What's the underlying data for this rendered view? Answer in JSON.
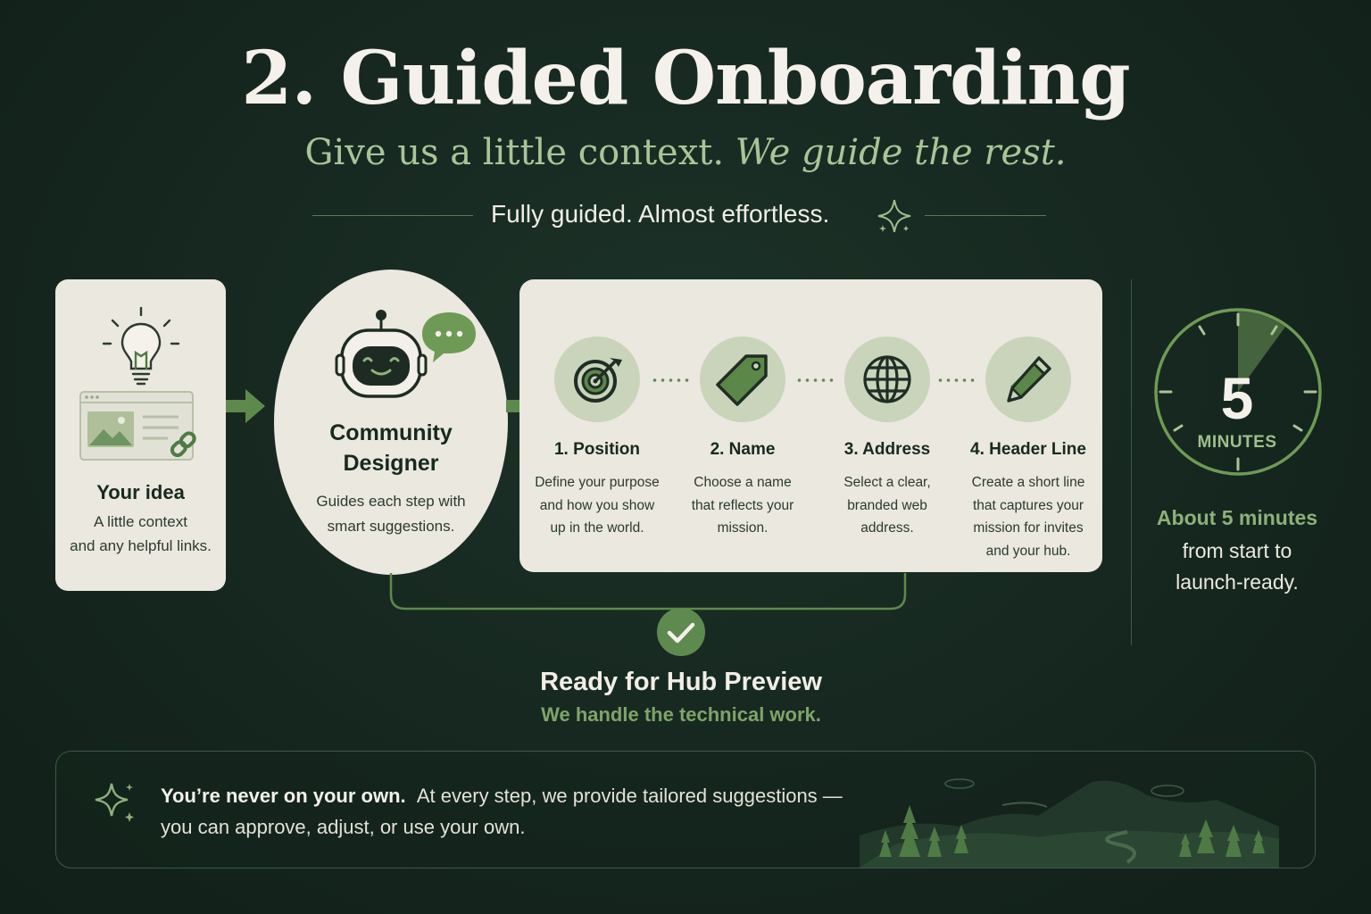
{
  "header": {
    "title": "2. Guided Onboarding",
    "subtitle_plain": "Give us a little context. ",
    "subtitle_italic": "We guide the rest.",
    "tagline": "Fully guided. Almost effortless."
  },
  "idea_card": {
    "title": "Your idea",
    "line1": "A little context",
    "line2": "and any helpful links."
  },
  "designer": {
    "title_line1": "Community",
    "title_line2": "Designer",
    "desc_line1": "Guides each step with",
    "desc_line2": "smart suggestions."
  },
  "steps": [
    {
      "title": "1. Position",
      "icon": "target-icon",
      "lines": [
        "Define your purpose",
        "and how you show",
        "up in the world."
      ]
    },
    {
      "title": "2. Name",
      "icon": "tag-icon",
      "lines": [
        "Choose a name",
        "that reflects your",
        "mission."
      ]
    },
    {
      "title": "3. Address",
      "icon": "globe-icon",
      "lines": [
        "Select a clear,",
        "branded web",
        "address."
      ]
    },
    {
      "title": "4. Header Line",
      "icon": "pencil-icon",
      "lines": [
        "Create a short line",
        "that captures your",
        "mission for invites",
        "and your hub."
      ]
    }
  ],
  "timer": {
    "number": "5",
    "unit": "MINUTES",
    "fill_fraction": 0.1,
    "headline": "About 5 minutes",
    "desc_line1": "from start to",
    "desc_line2": "launch-ready."
  },
  "ready": {
    "title": "Ready for Hub Preview",
    "subtitle": "We handle the technical work."
  },
  "banner": {
    "bold": "You’re never on your own.",
    "rest_line1": "At every step, we provide tailored suggestions —",
    "line2": "you can approve, adjust, or use your own."
  },
  "colors": {
    "background": "#15261e",
    "card": "#ebe8df",
    "accent_green": "#5f8a4f",
    "light_green": "#a9c497"
  }
}
